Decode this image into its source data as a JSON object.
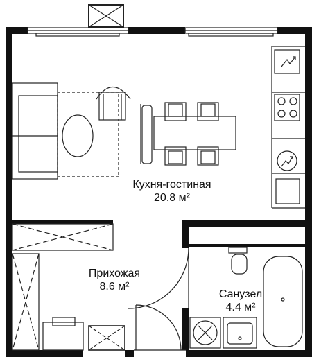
{
  "plan": {
    "rooms": [
      {
        "id": "kitchen-living",
        "name": "Кухня-гостиная",
        "area": "20.8 м²"
      },
      {
        "id": "hallway",
        "name": "Прихожая",
        "area": "8.6 м²"
      },
      {
        "id": "bathroom",
        "name": "Санузел",
        "area": "4.4 м²"
      }
    ]
  }
}
